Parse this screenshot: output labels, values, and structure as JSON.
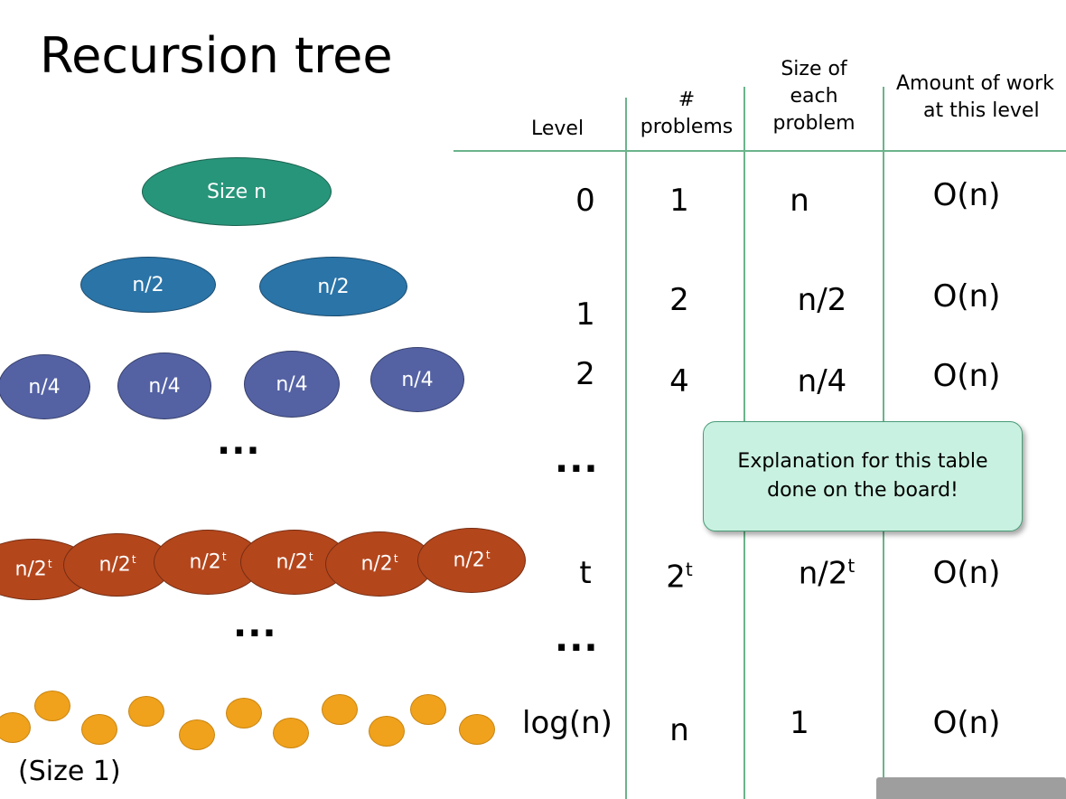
{
  "title": "Recursion tree",
  "colors": {
    "root": "#27957a",
    "level1": "#2a74a8",
    "level2": "#5462a4",
    "levelt": "#b4461c",
    "leaf": "#f0a21c",
    "table_lines": "#6bb48c",
    "callout_bg": "#c9f1e1"
  },
  "tree": {
    "root_label": "Size n",
    "level1_label": "n/2",
    "level2_label": "n/4",
    "levelt_base": "n/2",
    "levelt_exp": "t",
    "ellipsis": "...",
    "leaf_caption": "(Size 1)"
  },
  "table": {
    "headers": {
      "level": "Level",
      "problems_hash": "#",
      "problems": "problems",
      "size_line1": "Size of",
      "size_line2": "each",
      "size_line3": "problem",
      "work_line1": "Amount of work",
      "work_line2": "at this level"
    },
    "rows": [
      {
        "level": "0",
        "problems": "1",
        "size": "n",
        "work": "O(n)"
      },
      {
        "level": "1",
        "problems": "2",
        "size": "n/2",
        "work": "O(n)"
      },
      {
        "level": "2",
        "problems": "4",
        "size": "n/4",
        "work": "O(n)"
      },
      {
        "level": "..."
      },
      {
        "level": "t",
        "problems_base": "2",
        "problems_exp": "t",
        "size_base": "n/2",
        "size_exp": "t",
        "work": "O(n)"
      },
      {
        "level": "..."
      },
      {
        "level": "log(n)",
        "problems": "n",
        "size": "1",
        "work": "O(n)"
      }
    ]
  },
  "callout": {
    "line1": "Explanation for this table",
    "line2": "done on the board!"
  }
}
